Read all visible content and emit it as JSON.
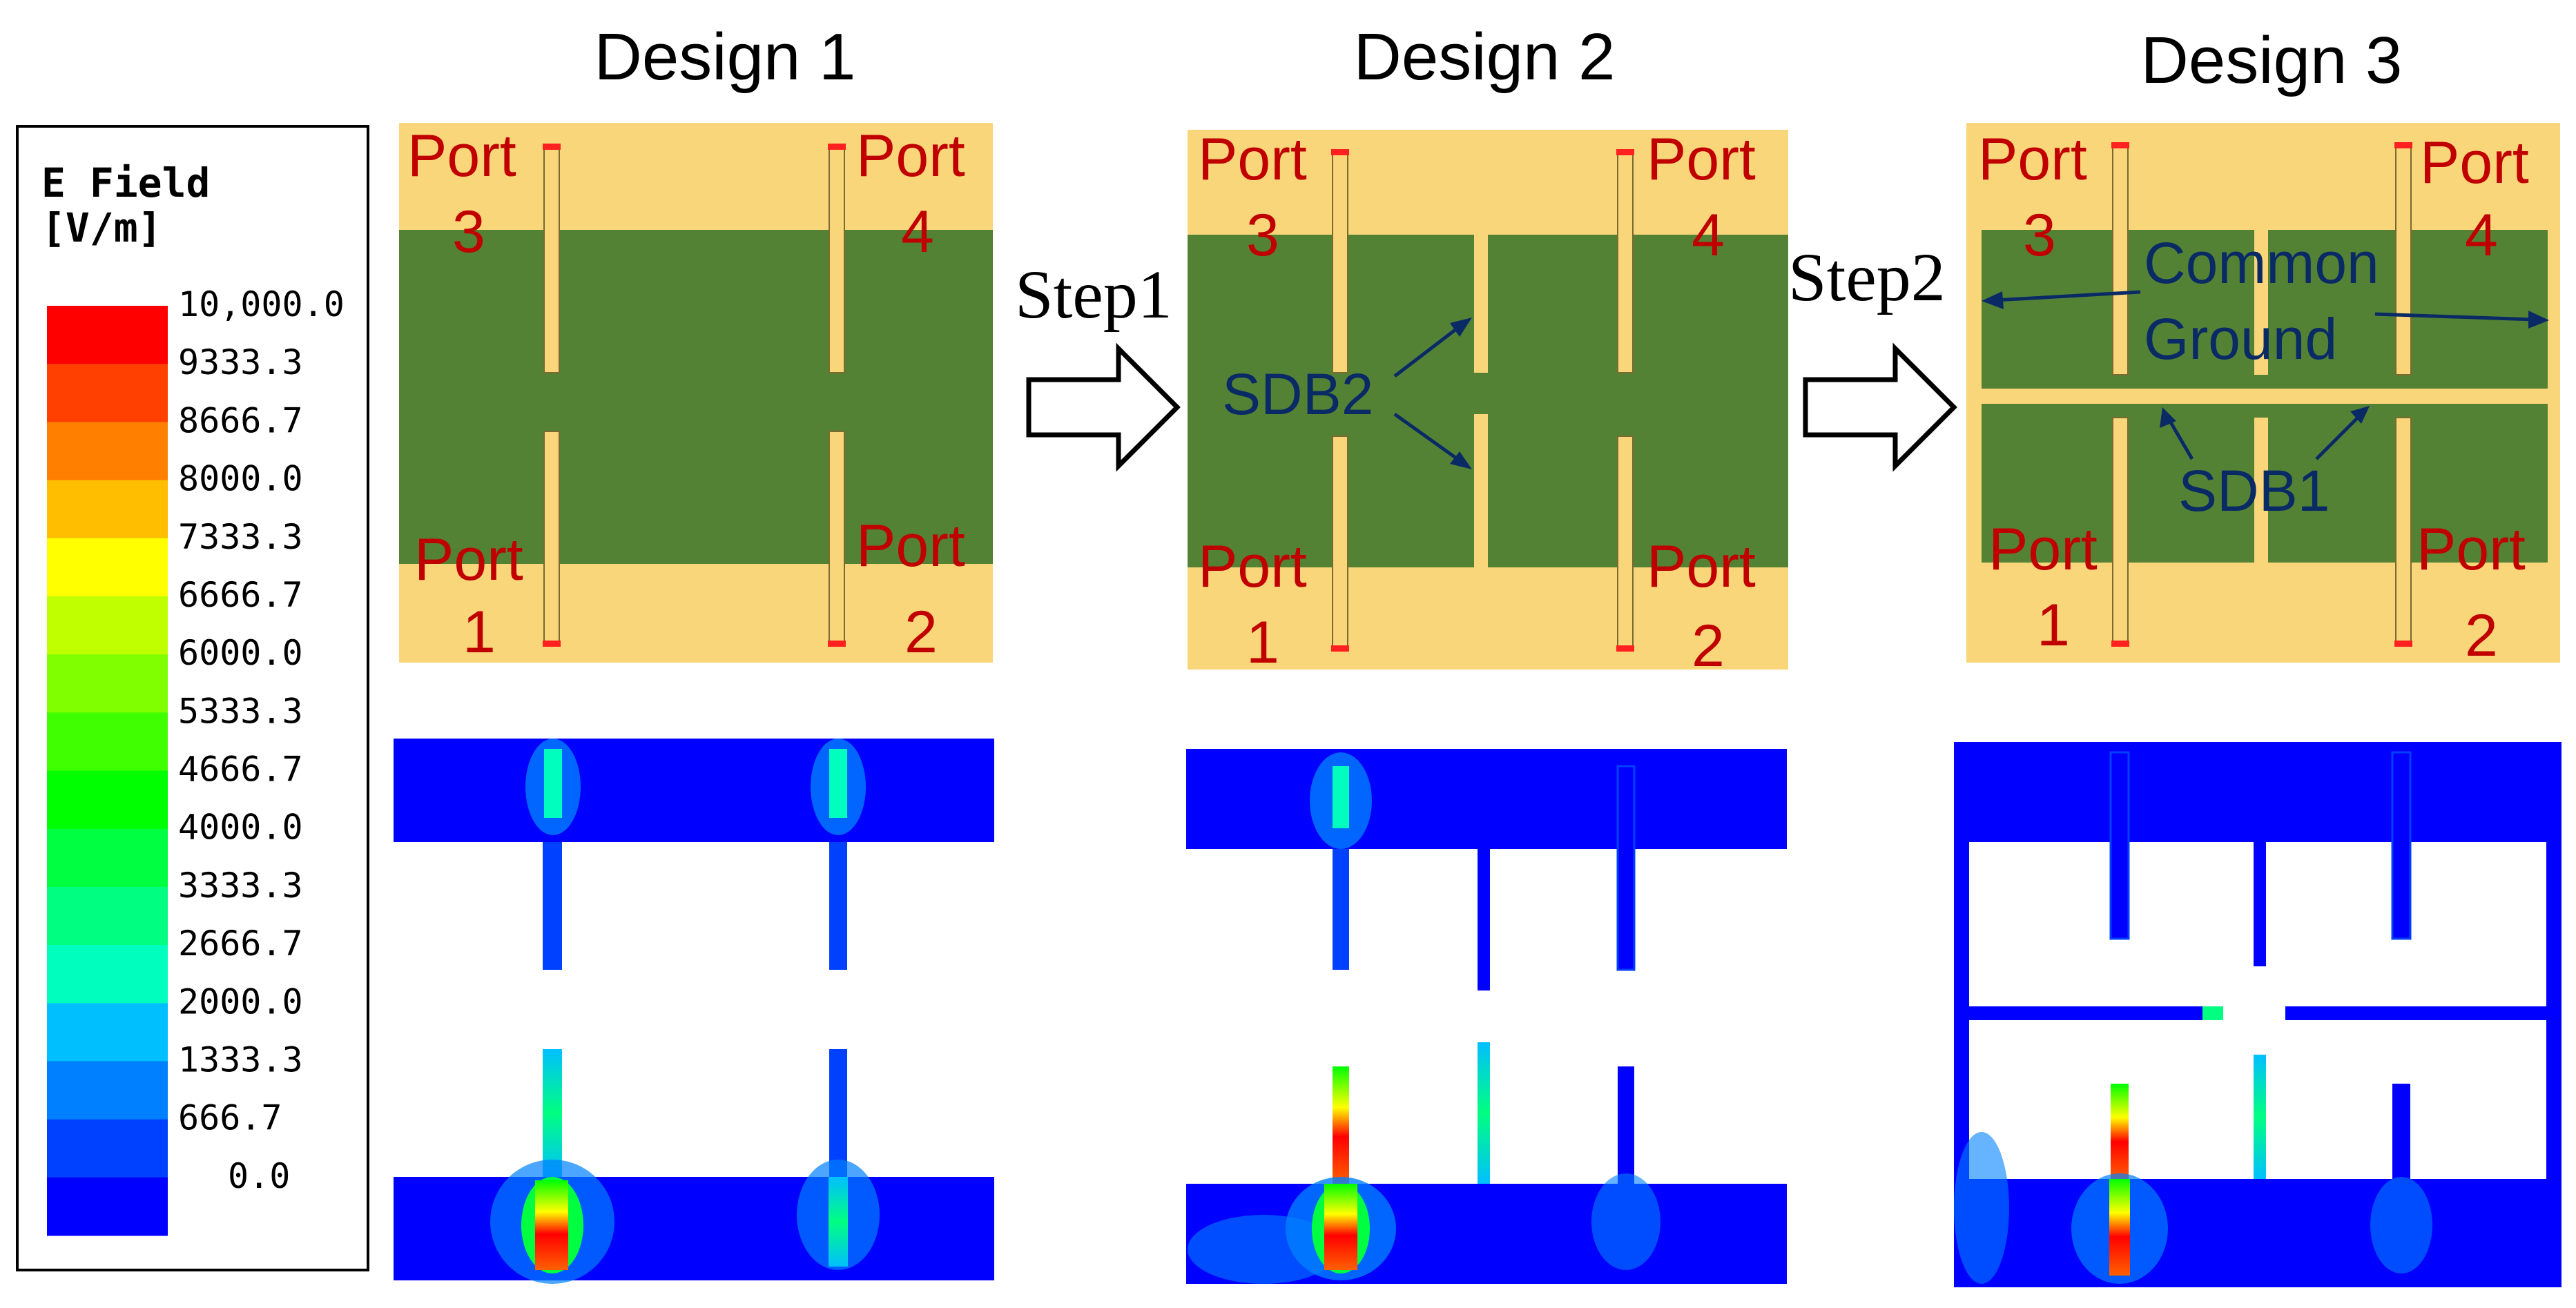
{
  "titles": [
    "Design 1",
    "Design 2",
    "Design 3"
  ],
  "steps": [
    "Step1",
    "Step2"
  ],
  "ports": {
    "p1": "Port",
    "n1": "1",
    "p2": "Port",
    "n2": "2",
    "p3": "Port",
    "n3": "3",
    "p4": "Port",
    "n4": "4"
  },
  "annotations": {
    "sdb2": "SDB2",
    "sdb1": "SDB1",
    "common1": "Common",
    "common2": "Ground"
  },
  "legend": {
    "title1": "E Field",
    "title2": "[V/m]",
    "ticks": [
      "10,000.0",
      "9333.3",
      "8666.7",
      "8000.0",
      "7333.3",
      "6666.7",
      "6000.0",
      "5333.3",
      "4666.7",
      "4000.0",
      "3333.3",
      "2666.7",
      "2000.0",
      "1333.3",
      "666.7",
      "0.0"
    ],
    "colors": [
      "#ff0000",
      "#ff4000",
      "#ff8000",
      "#ffbf00",
      "#ffff00",
      "#bfff00",
      "#80ff00",
      "#40ff00",
      "#00ff00",
      "#00ff40",
      "#00ff80",
      "#00ffbf",
      "#00bfff",
      "#0080ff",
      "#0040ff",
      "#0000ff"
    ]
  },
  "colors": {
    "substrate": "#fad67a",
    "ground": "#548235",
    "field_bg": "#0000ff",
    "arrow": "#0a2a66"
  }
}
